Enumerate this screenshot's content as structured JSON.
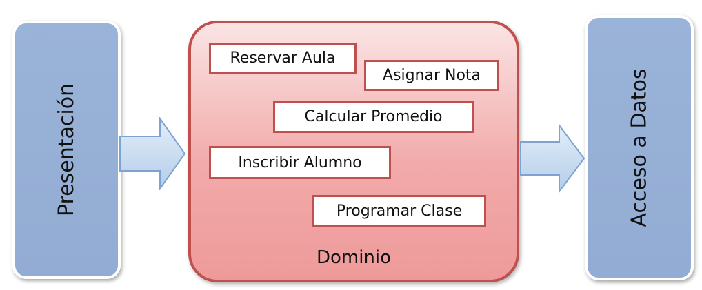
{
  "layers": {
    "presentacion": {
      "label": "Presentación"
    },
    "dominio": {
      "label": "Dominio"
    },
    "acceso": {
      "label": "Acceso a Datos"
    }
  },
  "tasks": [
    {
      "label": "Reservar Aula"
    },
    {
      "label": "Asignar Nota"
    },
    {
      "label": "Calcular Promedio"
    },
    {
      "label": "Inscribir Alumno"
    },
    {
      "label": "Programar Clase"
    }
  ],
  "colors": {
    "layer_fill": "#9ab3d8",
    "domain_border": "#c0504d",
    "domain_fill": "#f2aaaa",
    "arrow_fill": "#c6dbf1",
    "arrow_stroke": "#7ea3d0"
  }
}
